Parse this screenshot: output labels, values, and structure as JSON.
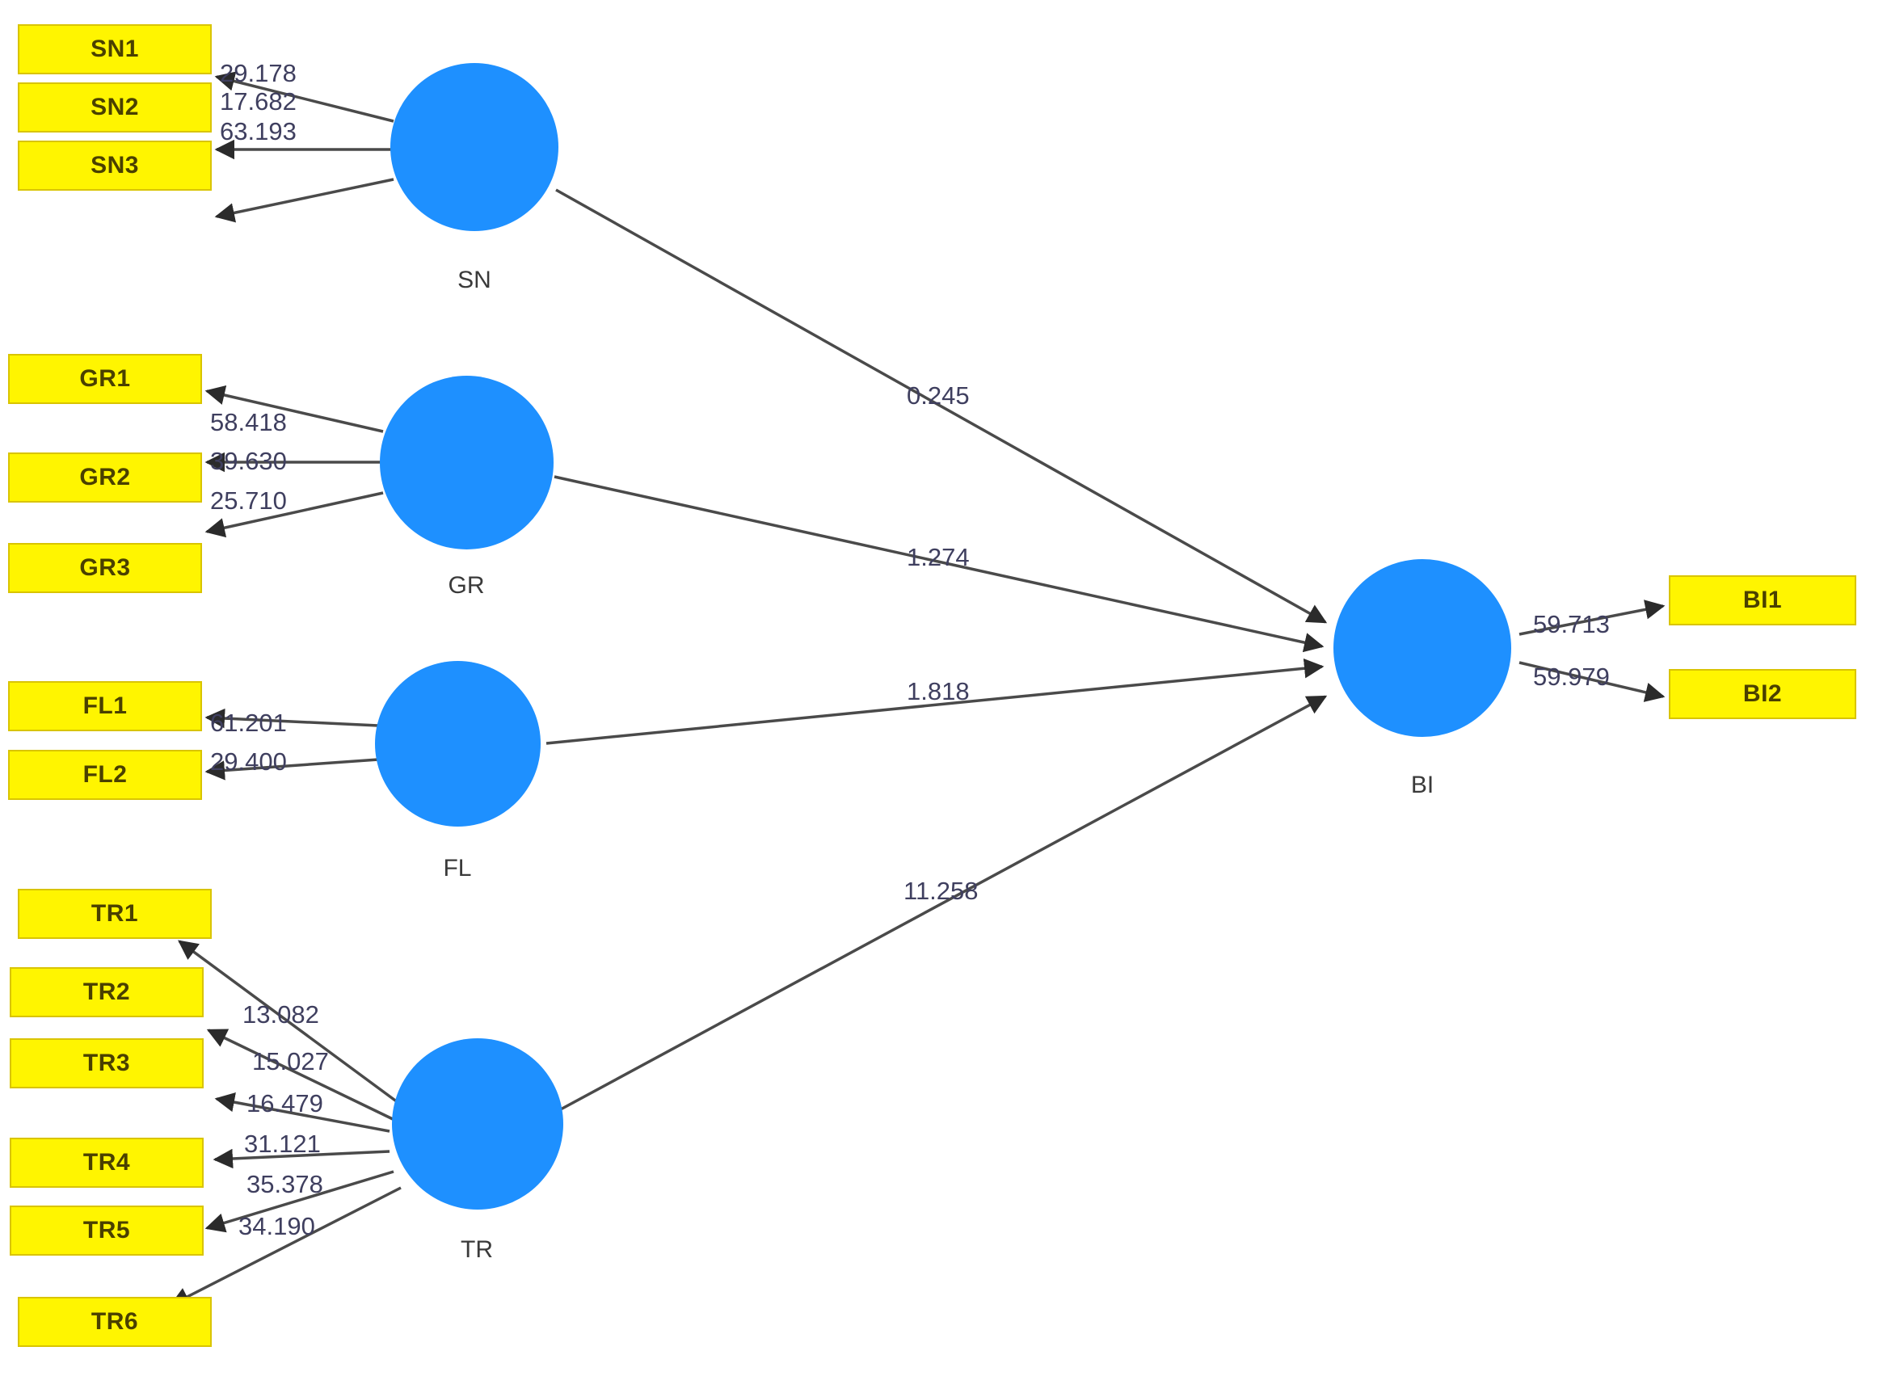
{
  "diagram": {
    "title": "Structural Equation Model Path Diagram",
    "colors": {
      "indicator_fill": "#FFF500",
      "indicator_border": "#D9C400",
      "latent_fill": "#1E90FF",
      "edge": "#4a4a4a",
      "label_text": "#3f3f5f",
      "background": "#ffffff"
    },
    "latent_variables": [
      {
        "id": "SN",
        "label": "SN"
      },
      {
        "id": "GR",
        "label": "GR"
      },
      {
        "id": "FL",
        "label": "FL"
      },
      {
        "id": "TR",
        "label": "TR"
      },
      {
        "id": "BI",
        "label": "BI"
      }
    ],
    "indicators": [
      {
        "id": "SN1",
        "label": "SN1",
        "latent": "SN"
      },
      {
        "id": "SN2",
        "label": "SN2",
        "latent": "SN"
      },
      {
        "id": "SN3",
        "label": "SN3",
        "latent": "SN"
      },
      {
        "id": "GR1",
        "label": "GR1",
        "latent": "GR"
      },
      {
        "id": "GR2",
        "label": "GR2",
        "latent": "GR"
      },
      {
        "id": "GR3",
        "label": "GR3",
        "latent": "GR"
      },
      {
        "id": "FL1",
        "label": "FL1",
        "latent": "FL"
      },
      {
        "id": "FL2",
        "label": "FL2",
        "latent": "FL"
      },
      {
        "id": "TR1",
        "label": "TR1",
        "latent": "TR"
      },
      {
        "id": "TR2",
        "label": "TR2",
        "latent": "TR"
      },
      {
        "id": "TR3",
        "label": "TR3",
        "latent": "TR"
      },
      {
        "id": "TR4",
        "label": "TR4",
        "latent": "TR"
      },
      {
        "id": "TR5",
        "label": "TR5",
        "latent": "TR"
      },
      {
        "id": "TR6",
        "label": "TR6",
        "latent": "TR"
      },
      {
        "id": "BI1",
        "label": "BI1",
        "latent": "BI"
      },
      {
        "id": "BI2",
        "label": "BI2",
        "latent": "BI"
      }
    ],
    "measurement_paths": [
      {
        "from": "SN",
        "to": "SN1",
        "value": "29.178"
      },
      {
        "from": "SN",
        "to": "SN2",
        "value": "17.682"
      },
      {
        "from": "SN",
        "to": "SN3",
        "value": "63.193"
      },
      {
        "from": "GR",
        "to": "GR1",
        "value": "58.418"
      },
      {
        "from": "GR",
        "to": "GR2",
        "value": "39.630"
      },
      {
        "from": "GR",
        "to": "GR3",
        "value": "25.710"
      },
      {
        "from": "FL",
        "to": "FL1",
        "value": "61.201"
      },
      {
        "from": "FL",
        "to": "FL2",
        "value": "29.400"
      },
      {
        "from": "TR",
        "to": "TR1",
        "value": "13.082"
      },
      {
        "from": "TR",
        "to": "TR2",
        "value": "15.027"
      },
      {
        "from": "TR",
        "to": "TR3",
        "value": "16.479"
      },
      {
        "from": "TR",
        "to": "TR4",
        "value": "31.121"
      },
      {
        "from": "TR",
        "to": "TR5",
        "value": "35.378"
      },
      {
        "from": "TR",
        "to": "TR6",
        "value": "34.190"
      },
      {
        "from": "BI",
        "to": "BI1",
        "value": "59.713"
      },
      {
        "from": "BI",
        "to": "BI2",
        "value": "59.979"
      }
    ],
    "structural_paths": [
      {
        "from": "SN",
        "to": "BI",
        "value": "0.245"
      },
      {
        "from": "GR",
        "to": "BI",
        "value": "1.274"
      },
      {
        "from": "FL",
        "to": "BI",
        "value": "1.818"
      },
      {
        "from": "TR",
        "to": "BI",
        "value": "11.258"
      }
    ]
  }
}
